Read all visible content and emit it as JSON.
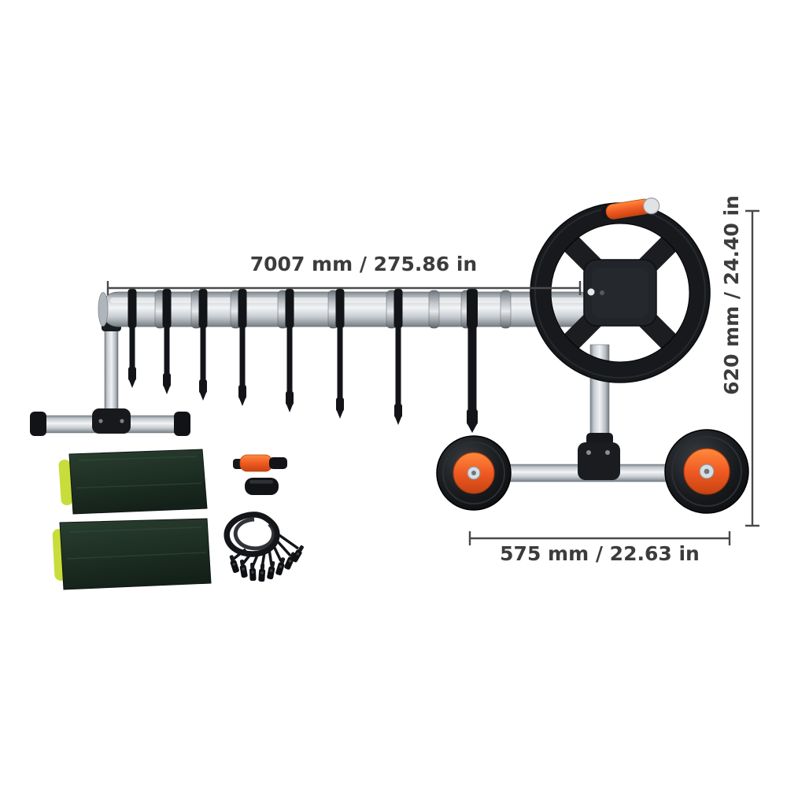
{
  "image": {
    "description": "Pool cover reel product dimension diagram on white background"
  },
  "dimensions": {
    "length_label": "7007 mm / 275.86 in",
    "height_label": "620 mm / 24.40 in",
    "width_label": "575 mm / 22.63 in"
  },
  "colors": {
    "accent_orange": "#F05A23",
    "accent_orange_light": "#FF8A3C",
    "accent_orange_dark": "#C74312",
    "tube_silver_light": "#F2F4F6",
    "tube_silver_mid": "#C2C8CD",
    "tube_silver_dark": "#7F878E",
    "wheel_black": "#17191C",
    "strap_black": "#131418",
    "bag_green": "#27image3",
    "bag_green_light": "#2A4030",
    "bag_green_dark": "#14211A",
    "bag_edge_yellow": "#C8DD3A",
    "dimension_line": "#4A4A4A",
    "dimension_text": "#3C3C3C"
  }
}
